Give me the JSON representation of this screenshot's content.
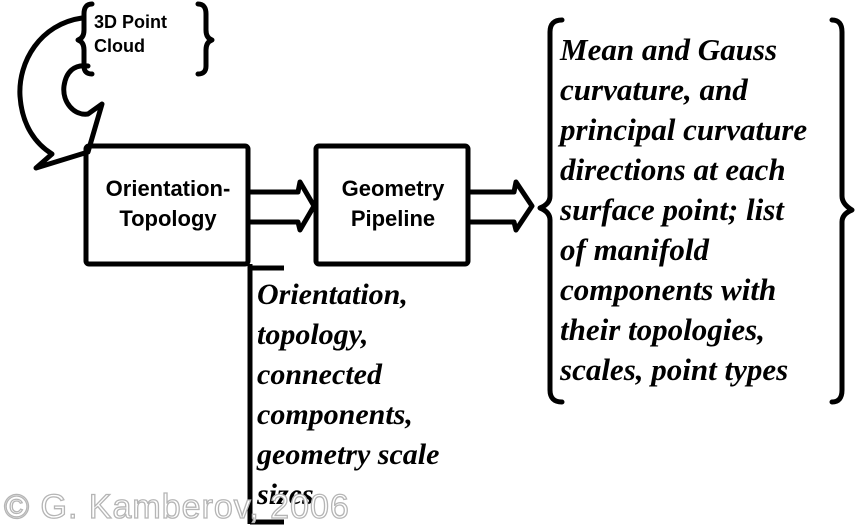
{
  "diagram": {
    "input": {
      "lines": [
        "3D Point",
        "Cloud"
      ]
    },
    "nodes": [
      {
        "id": "orientation-topology",
        "lines": [
          "Orientation-",
          "Topology"
        ]
      },
      {
        "id": "geometry-pipeline",
        "lines": [
          "Geometry",
          "Pipeline"
        ]
      }
    ],
    "edges": [
      {
        "from": "3D Point Cloud",
        "to": "Orientation-Topology",
        "style": "curved-arrow"
      },
      {
        "from": "Orientation-Topology",
        "to": "Geometry Pipeline",
        "style": "block-arrow"
      },
      {
        "from": "Geometry Pipeline",
        "to": "main-output",
        "style": "block-arrow"
      },
      {
        "from": "Orientation-Topology",
        "to": "side-output",
        "style": "bracket"
      }
    ],
    "main_output": {
      "lines": [
        "Mean and Gauss",
        "curvature, and",
        "principal curvature",
        "directions at each",
        "surface point; list",
        "of manifold",
        "components with",
        "their topologies,",
        "scales, point types"
      ]
    },
    "side_output": {
      "lines": [
        "Orientation,",
        "topology,",
        "connected",
        "components,",
        "geometry scale",
        "sizes"
      ]
    },
    "watermark": "© G. Kamberov, 2006",
    "colors": {
      "stroke": "#000000",
      "background": "#ffffff",
      "watermark": "#b5b5b5"
    }
  }
}
